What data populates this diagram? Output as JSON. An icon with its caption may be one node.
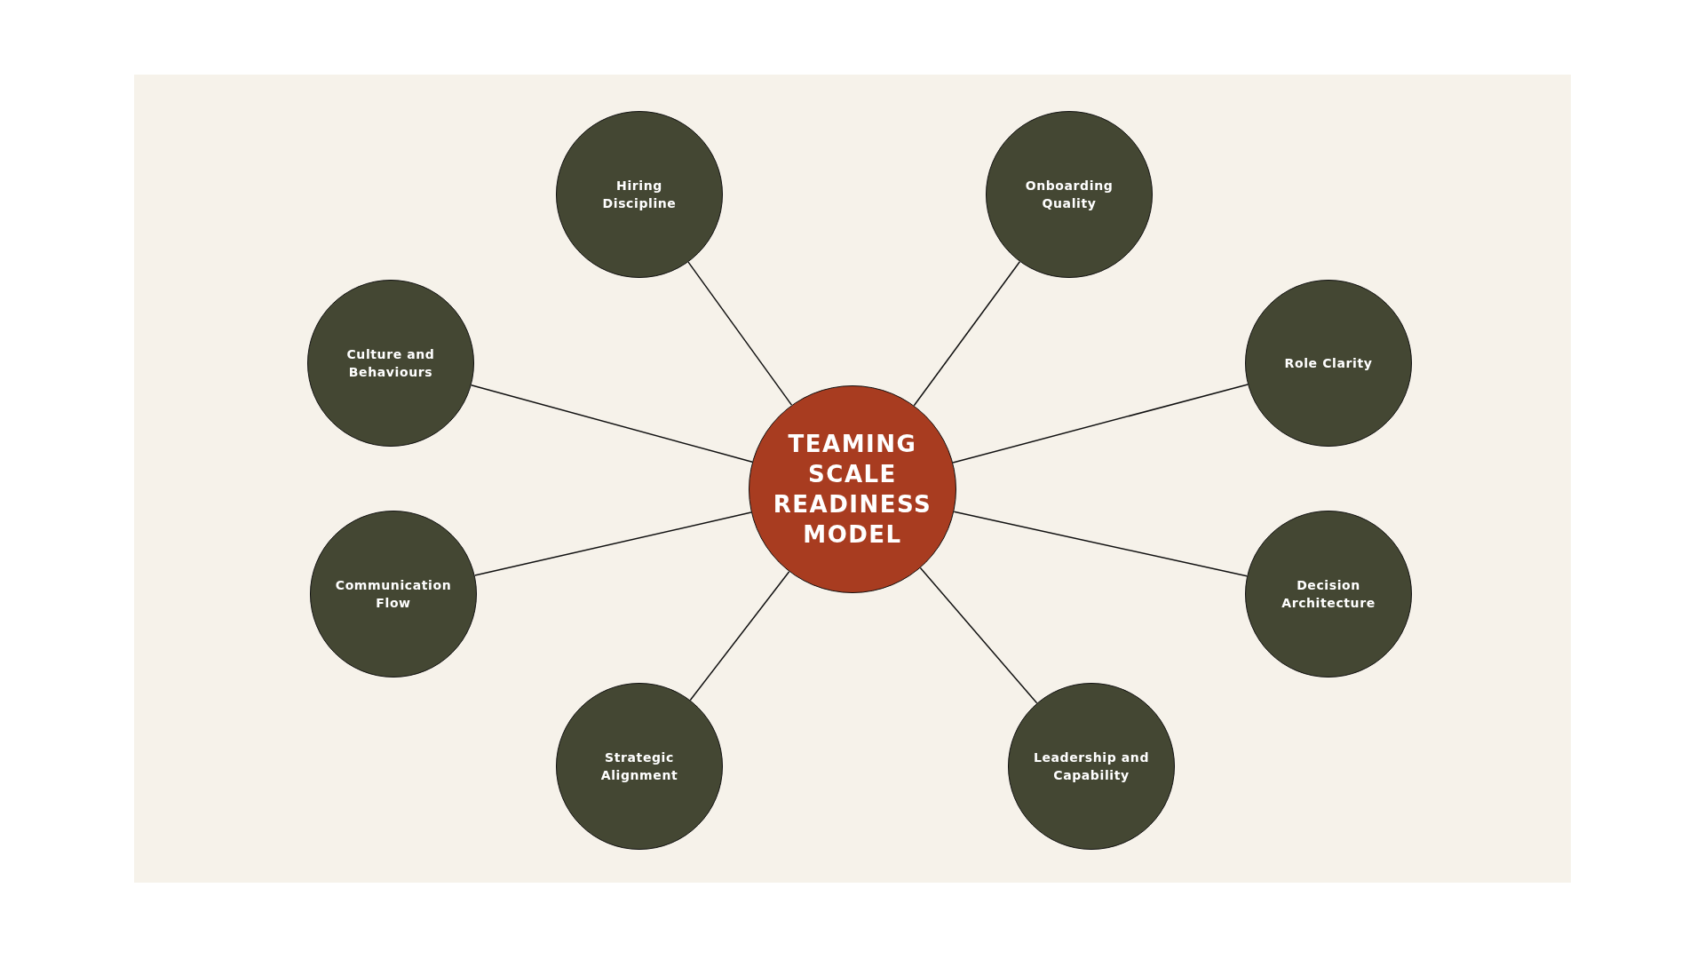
{
  "diagram": {
    "nodes": [
      {
        "text": [
          "TEAMING SCALE READINESS MODEL"
        ]
      },
      {
        "text": [
          "Hiring Discipline"
        ]
      },
      {
        "text": [
          "Onboarding Quality"
        ]
      },
      {
        "text": [
          "Culture and Behaviours"
        ]
      },
      {
        "text": [
          "Role Clarity"
        ]
      },
      {
        "text": [
          "Communication Flow"
        ]
      },
      {
        "text": [
          "Decision Architecture"
        ]
      },
      {
        "text": [
          "Strategic Alignment"
        ]
      },
      {
        "text": [
          "Leadership and Capability"
        ]
      }
    ],
    "edges": [
      {
        "from": 0,
        "to": 1,
        "arrow": "none"
      },
      {
        "from": 0,
        "to": 2,
        "arrow": "none"
      },
      {
        "from": 0,
        "to": 3,
        "arrow": "none"
      },
      {
        "from": 0,
        "to": 4,
        "arrow": "none"
      },
      {
        "from": 0,
        "to": 5,
        "arrow": "none"
      },
      {
        "from": 0,
        "to": 6,
        "arrow": "none"
      },
      {
        "from": 0,
        "to": 7,
        "arrow": "none"
      },
      {
        "from": 0,
        "to": 8,
        "arrow": "none"
      }
    ]
  }
}
